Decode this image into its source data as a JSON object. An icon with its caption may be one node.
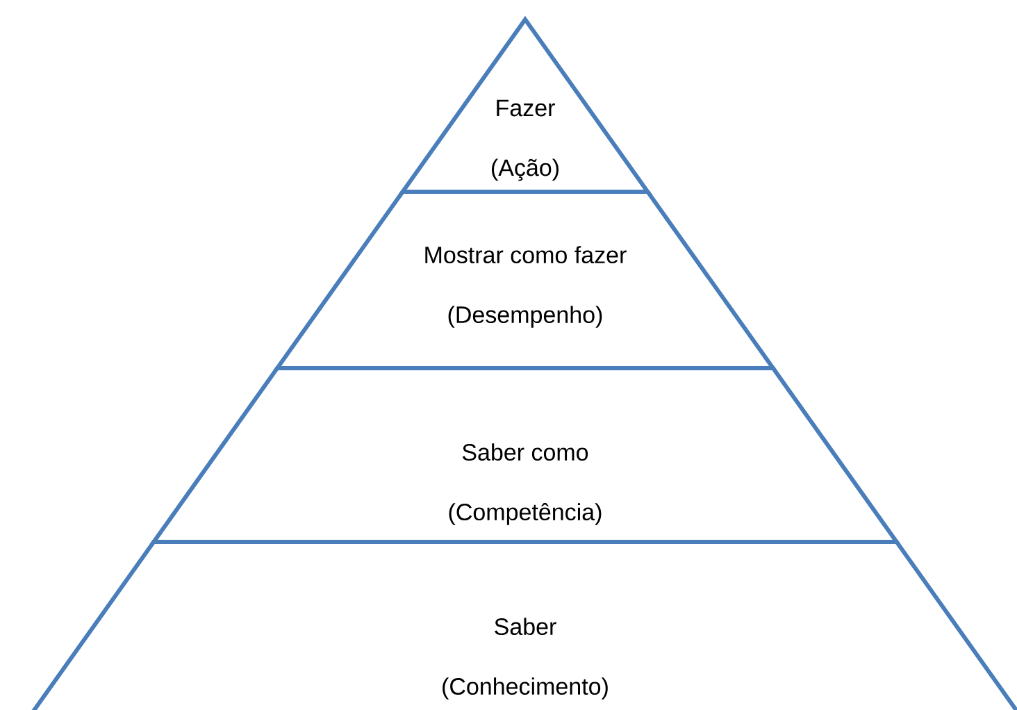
{
  "diagram": {
    "nodes": [
      {
        "text": [
          "Fazer",
          "(Ação)"
        ]
      },
      {
        "text": [
          "Mostrar como fazer",
          "(Desempenho)"
        ]
      },
      {
        "text": [
          "Saber como",
          "(Competência)"
        ]
      },
      {
        "text": [
          "Saber",
          "(Conhecimento)"
        ]
      }
    ]
  }
}
